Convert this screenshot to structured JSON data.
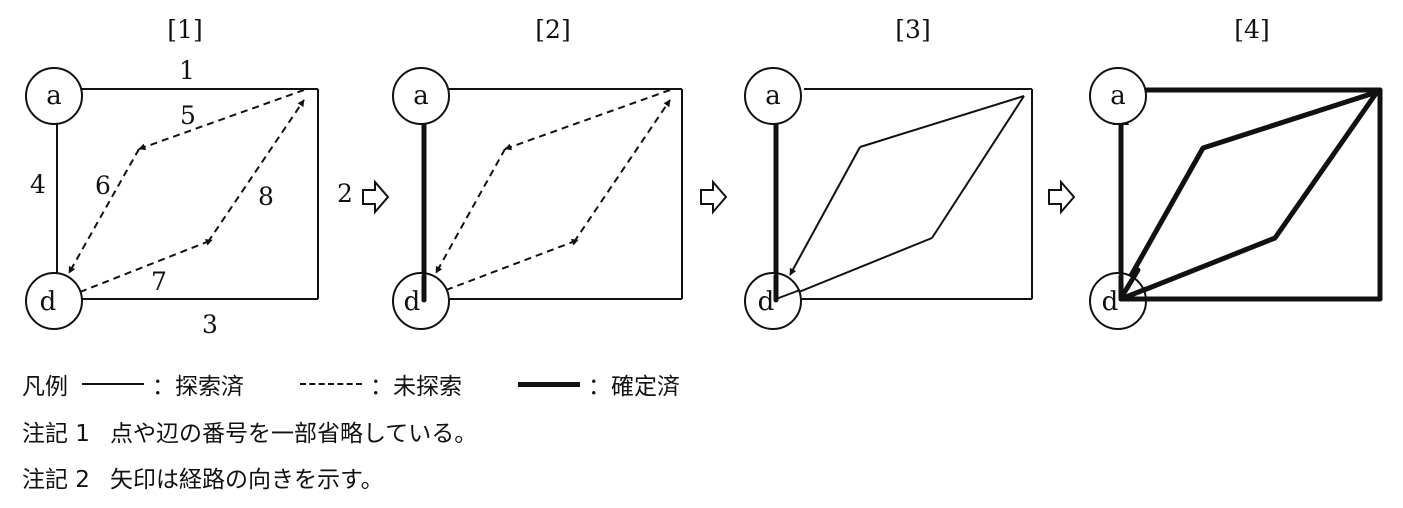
{
  "panels": [
    {
      "title": "[1]"
    },
    {
      "title": "[2]"
    },
    {
      "title": "[3]"
    },
    {
      "title": "[4]"
    }
  ],
  "nodes": {
    "a": "a",
    "d": "d"
  },
  "edge_labels": {
    "e1": "1",
    "e2": "2",
    "e3": "3",
    "e4": "4",
    "e5": "5",
    "e6": "6",
    "e7": "7",
    "e8": "8"
  },
  "legend": {
    "title": "凡例",
    "explored": "：探索済",
    "unexplored": "：未探索",
    "confirmed": "：確定済"
  },
  "notes": [
    {
      "label": "注記 1",
      "text": "点や辺の番号を一部省略している。"
    },
    {
      "label": "注記 2",
      "text": "矢印は経路の向きを示す。"
    }
  ]
}
